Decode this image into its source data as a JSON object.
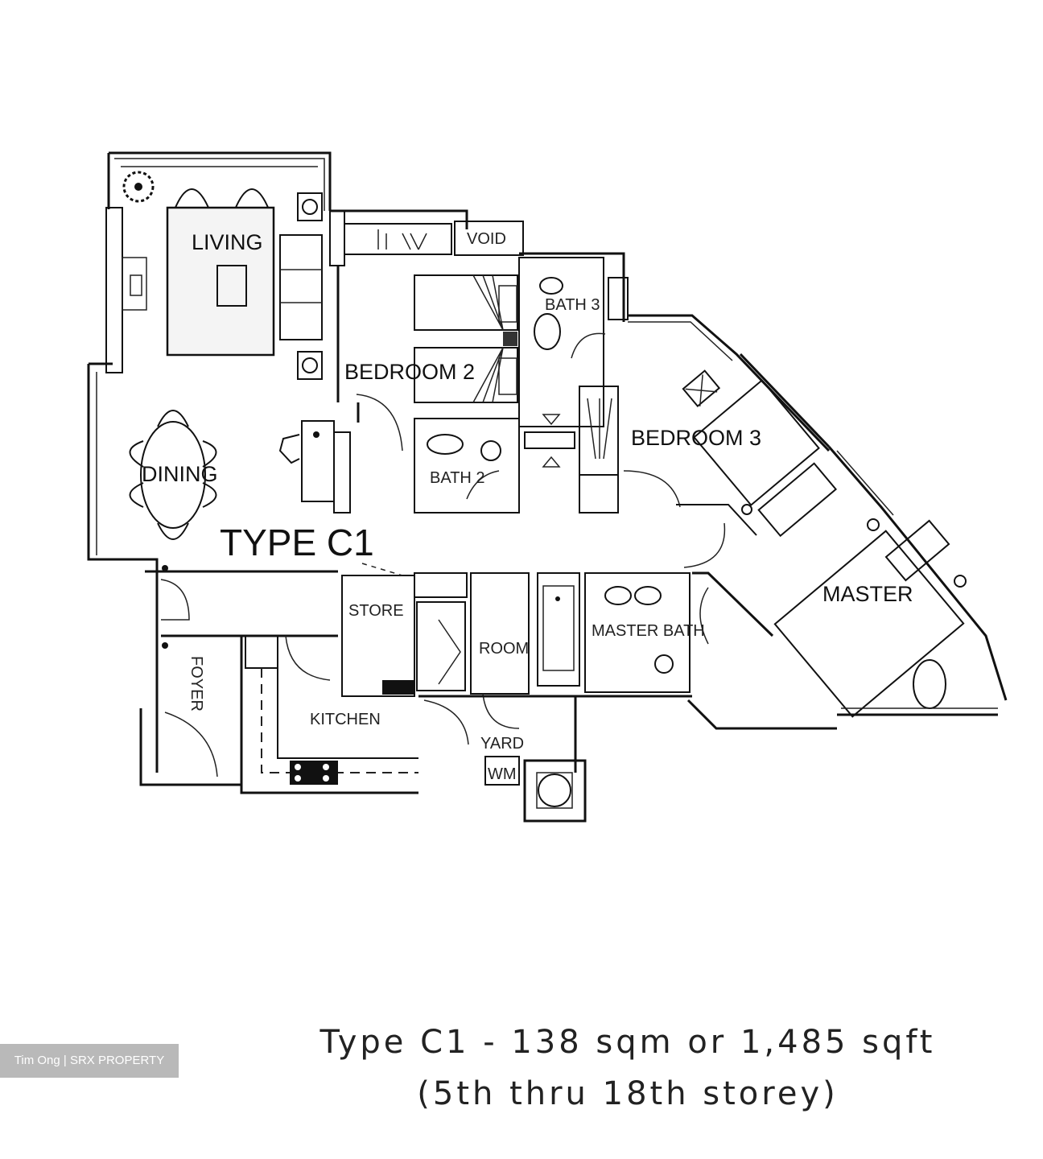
{
  "plan": {
    "unit_type_label": "TYPE C1",
    "rooms": {
      "living": "LIVING",
      "dining": "DINING",
      "bedroom_2": "BEDROOM 2",
      "bedroom_3": "BEDROOM 3",
      "bath_2": "BATH 2",
      "bath_3": "BATH 3",
      "master": "MASTER",
      "master_bath": "MASTER BATH",
      "void": "VOID",
      "store": "STORE",
      "room": "ROOM",
      "kitchen": "KITCHEN",
      "foyer": "FOYER",
      "yard": "YARD",
      "washing_machine": "WM"
    }
  },
  "caption": {
    "line1": "Type C1 - 138 sqm or 1,485 sqft",
    "line2": "(5th thru 18th storey)",
    "area_sqm": "138 sqm",
    "area_sqft": "1,485 sqft",
    "storeys": "5th thru 18th storey"
  },
  "watermark": {
    "text": "Tim Ong | SRX PROPERTY"
  }
}
